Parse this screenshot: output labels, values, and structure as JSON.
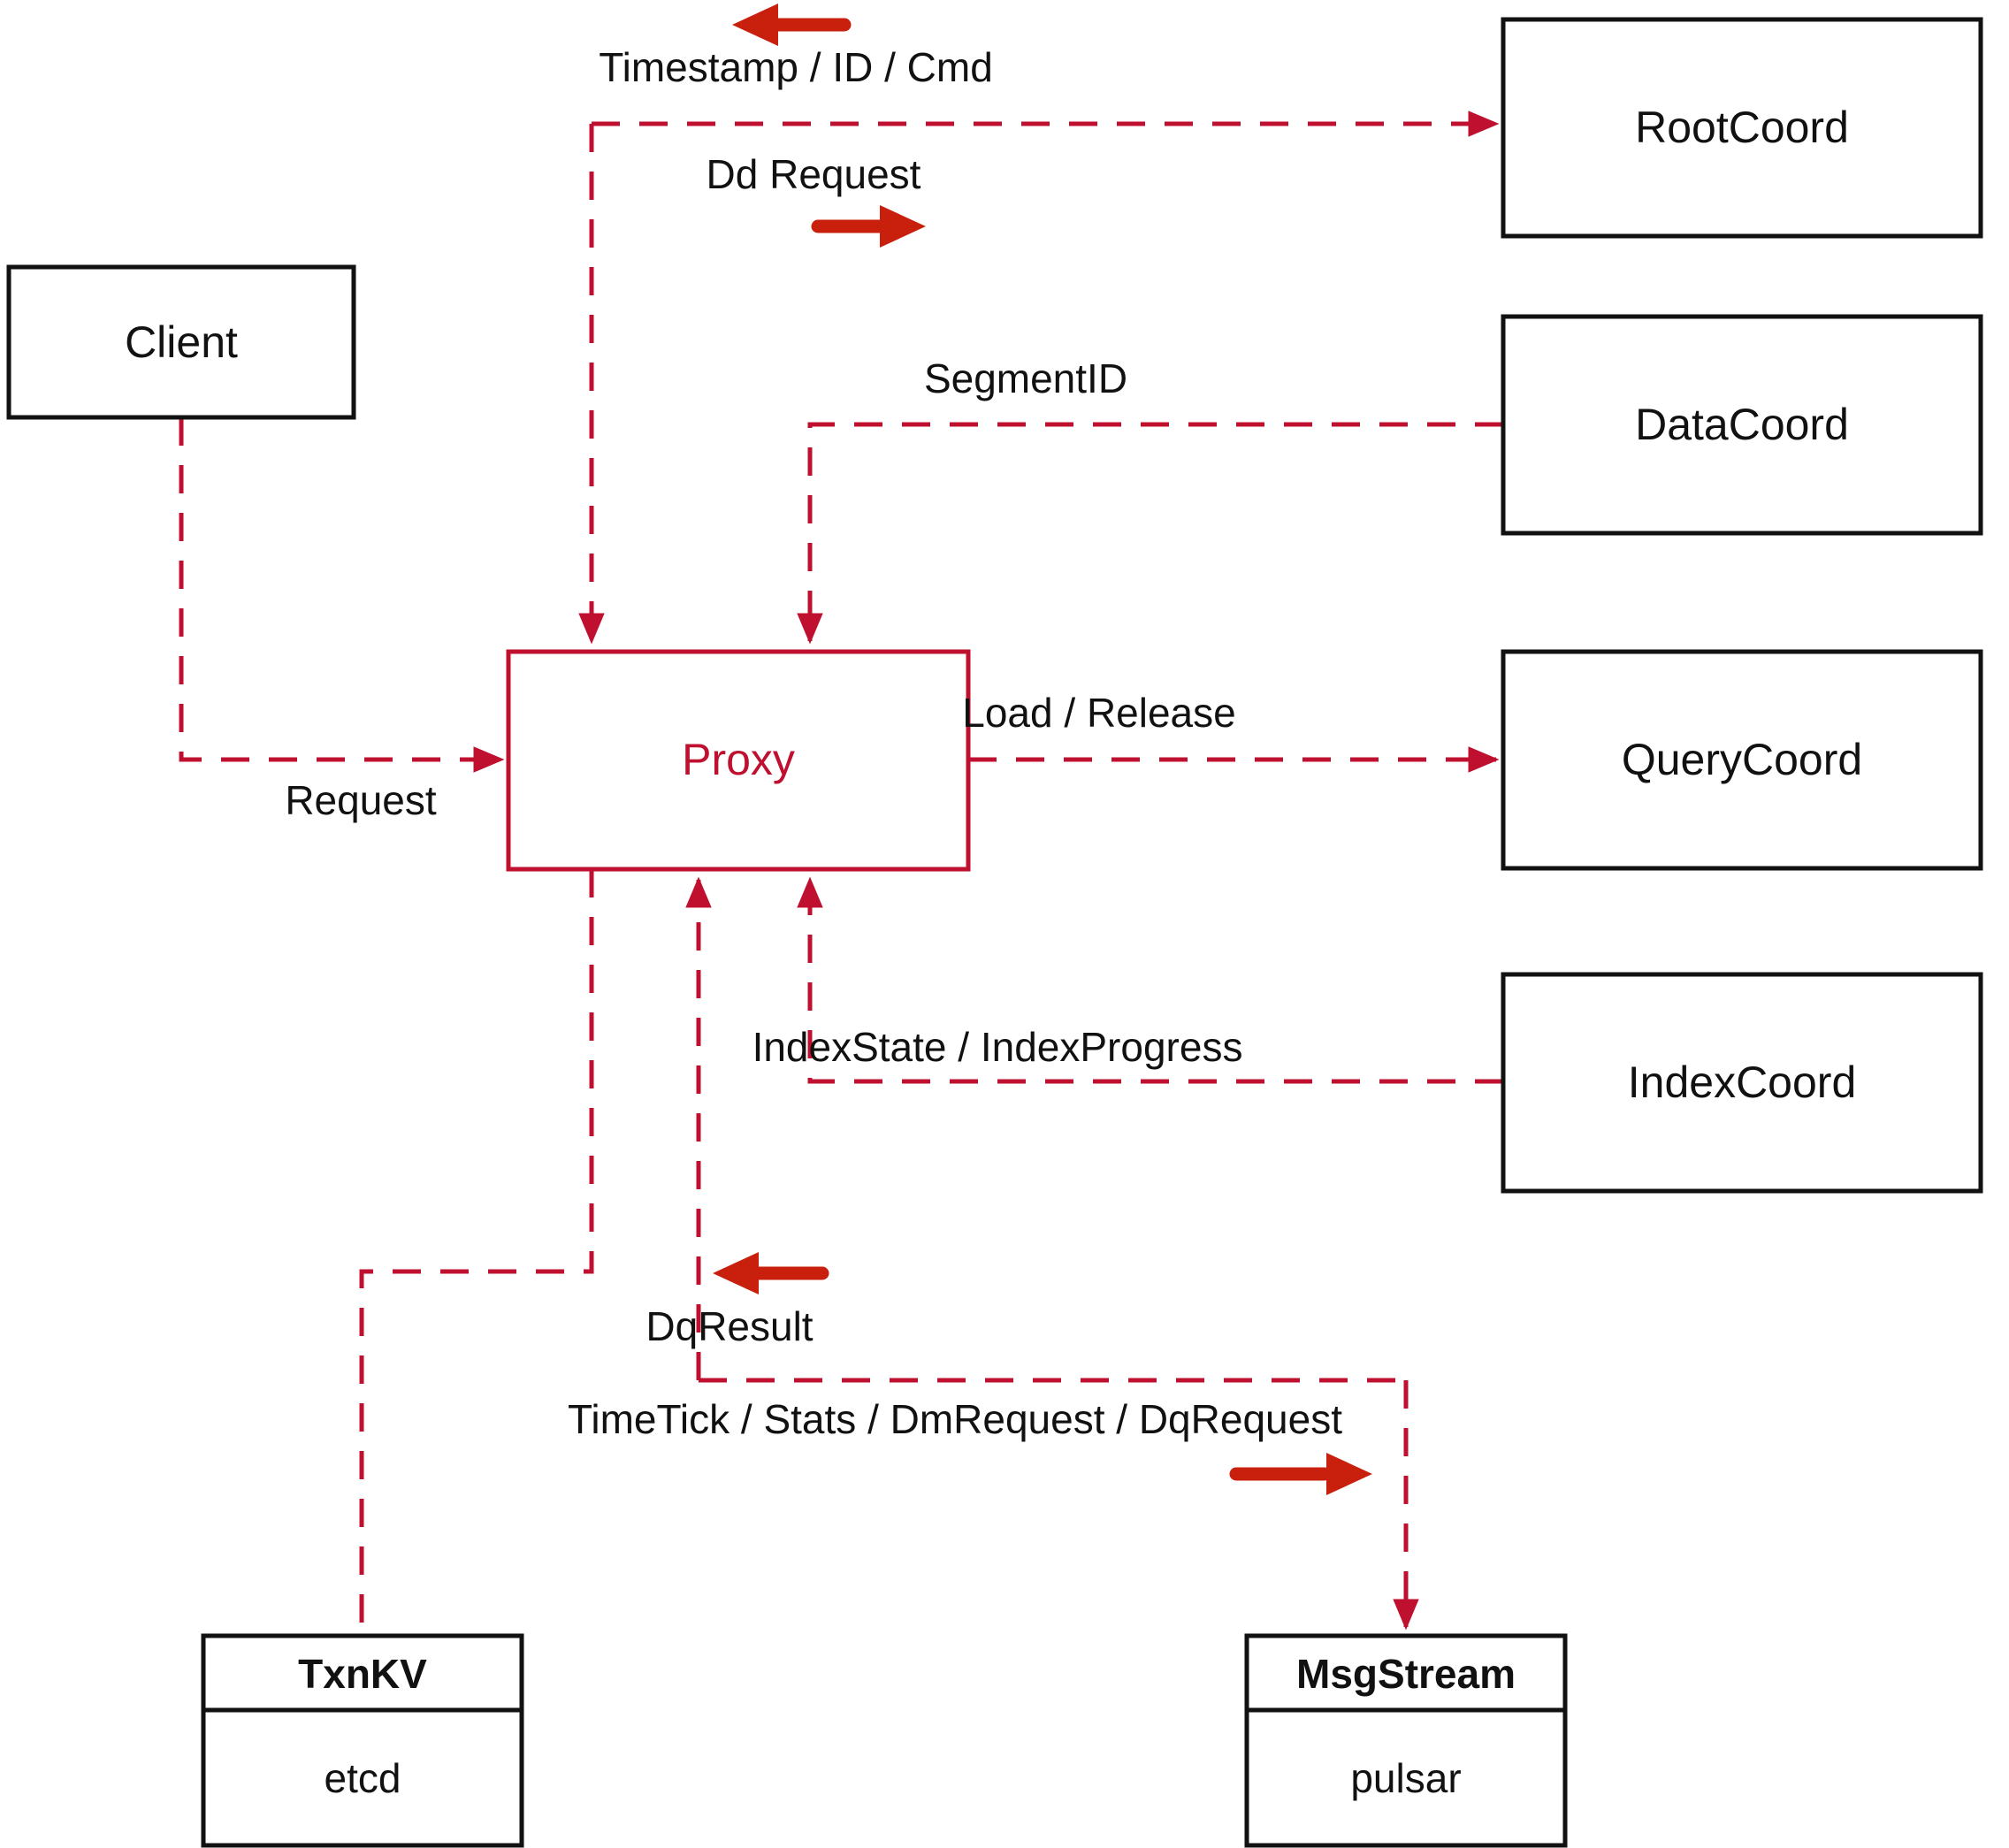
{
  "diagram": {
    "nodes": {
      "client": {
        "label": "Client"
      },
      "root_coord": {
        "label": "RootCoord"
      },
      "data_coord": {
        "label": "DataCoord"
      },
      "query_coord": {
        "label": "QueryCoord"
      },
      "index_coord": {
        "label": "IndexCoord"
      },
      "proxy": {
        "label": "Proxy"
      },
      "txn_kv": {
        "title": "TxnKV",
        "impl": "etcd"
      },
      "msg_stream": {
        "title": "MsgStream",
        "impl": "pulsar"
      }
    },
    "edges": {
      "client_to_proxy": {
        "label": "Request"
      },
      "rootcoord_to_proxy": {
        "label": "Timestamp / ID / Cmd"
      },
      "proxy_to_rootcoord": {
        "label": "Dd Request"
      },
      "datacoord_to_proxy": {
        "label": "SegmentID"
      },
      "proxy_to_querycoord": {
        "label": "Load / Release"
      },
      "indexcoord_to_proxy": {
        "label": "IndexState / IndexProgress"
      },
      "msgstream_to_proxy": {
        "label": "DqResult"
      },
      "proxy_to_msgstream": {
        "label": "TimeTick / Stats / DmRequest / DqRequest"
      }
    },
    "colors": {
      "connector": "#bf102f",
      "direction_arrow": "#c9200e",
      "node_border": "#111111",
      "text": "#111111",
      "background": "#ffffff"
    }
  }
}
